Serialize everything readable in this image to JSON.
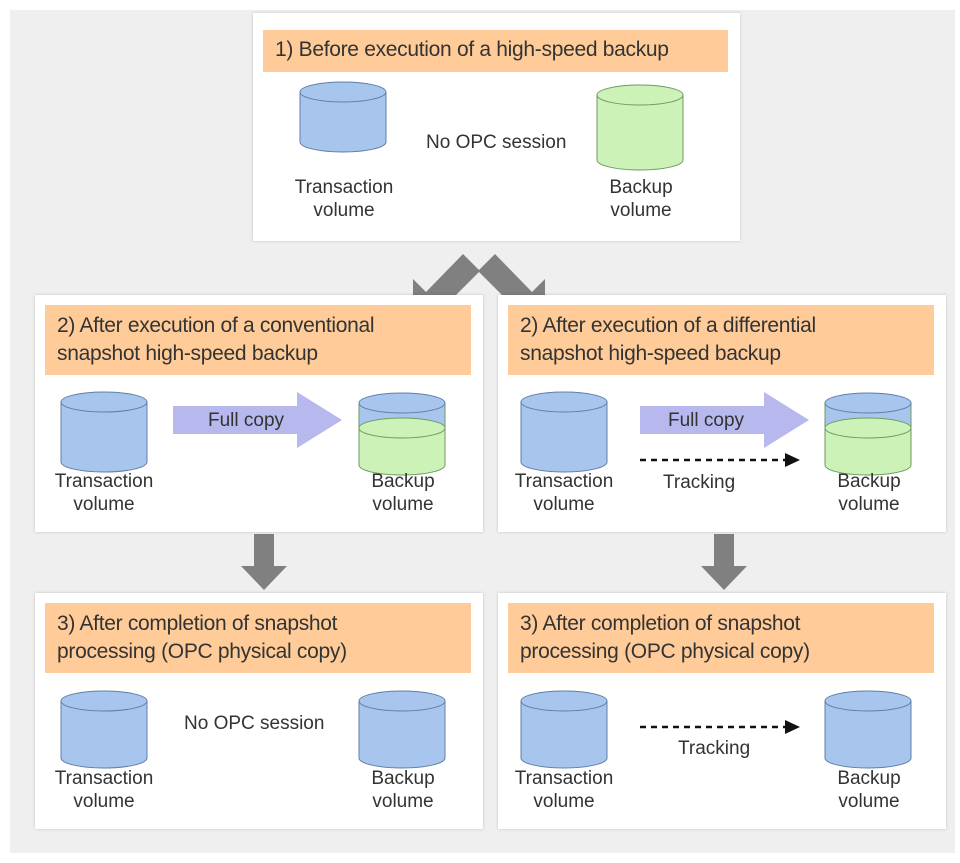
{
  "panel1": {
    "title": "1) Before execution of  a high-speed backup",
    "status": "No OPC session",
    "source_label": [
      "Transaction",
      "volume"
    ],
    "target_label": [
      "Backup",
      "volume"
    ]
  },
  "panel2a": {
    "title": [
      "2) After execution of a conventional",
      "snapshot high-speed backup"
    ],
    "copy_label": "Full copy",
    "source_label": [
      "Transaction",
      "volume"
    ],
    "target_label": [
      "Backup",
      "volume"
    ]
  },
  "panel2b": {
    "title": [
      "2) After execution of a differential",
      "snapshot high-speed backup"
    ],
    "copy_label": "Full copy",
    "tracking_label": "Tracking",
    "source_label": [
      "Transaction",
      "volume"
    ],
    "target_label": [
      "Backup",
      "volume"
    ]
  },
  "panel3a": {
    "title": [
      "3) After completion of snapshot",
      "processing (OPC physical copy)"
    ],
    "status": "No OPC session",
    "source_label": [
      "Transaction",
      "volume"
    ],
    "target_label": [
      "Backup",
      "volume"
    ]
  },
  "panel3b": {
    "title": [
      "3) After completion of snapshot",
      "processing (OPC physical copy)"
    ],
    "tracking_label": "Tracking",
    "source_label": [
      "Transaction",
      "volume"
    ],
    "target_label": [
      "Backup",
      "volume"
    ]
  },
  "colors": {
    "title_bg": "#ffcc99",
    "transaction_volume": "#a8c5ee",
    "backup_volume": "#ccf2b8",
    "copy_arrow": "#b6b8ee",
    "flow_arrow": "#808080"
  }
}
